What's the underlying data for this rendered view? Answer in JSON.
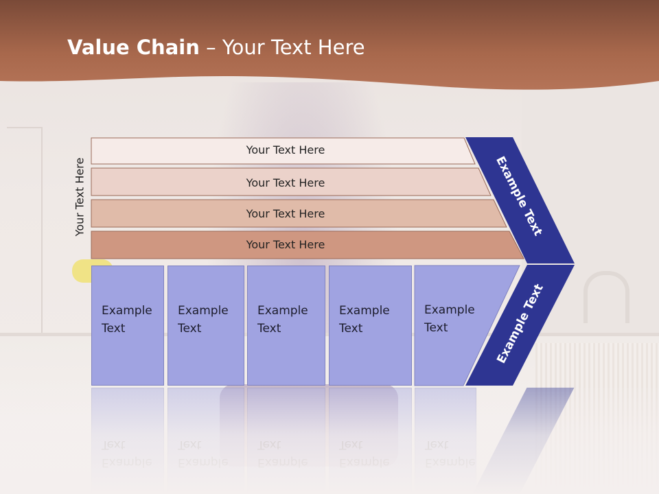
{
  "title": {
    "bold": "Value Chain",
    "rest": " – Your Text Here"
  },
  "side_label": "Your Text Here",
  "rows": [
    {
      "label": "Your Text Here",
      "color": "#f6ebe8"
    },
    {
      "label": "Your Text Here",
      "color": "#ebd2ca"
    },
    {
      "label": "Your Text Here",
      "color": "#e0bba9"
    },
    {
      "label": "Your Text Here",
      "color": "#cf9781"
    }
  ],
  "boxes": [
    {
      "text": "Example\nText"
    },
    {
      "text": "Example\nText"
    },
    {
      "text": "Example\nText"
    },
    {
      "text": "Example\nText"
    },
    {
      "text": "Example\nText"
    }
  ],
  "chevron": {
    "upper_text": "Example Text",
    "lower_text": "Example Text",
    "color": "#2e3592"
  },
  "colors": {
    "header": "#9a5b44",
    "box_fill": "#a0a3e1",
    "box_border": "#7f82c0"
  }
}
